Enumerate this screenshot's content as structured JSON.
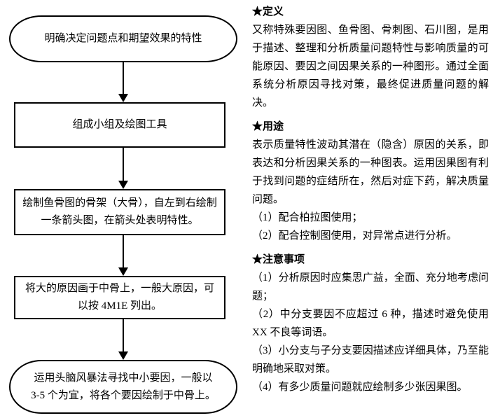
{
  "flowchart": {
    "steps": [
      {
        "shape": "terminator",
        "text": "明确决定问题点和期望效果的特性"
      },
      {
        "shape": "process",
        "text": "组成小组及绘图工具"
      },
      {
        "shape": "process",
        "text": "绘制鱼骨图的骨架（大骨），自左到右绘制一条箭头图，在箭头处表明特性。"
      },
      {
        "shape": "process",
        "text": "将大的原因画于中骨上，一般大原因，可以按 4M1E 列出。"
      },
      {
        "shape": "terminator",
        "text": "运用头脑风暴法寻找中小要因，一般以 3-5 个为宜，将各个要因绘制于中骨上。"
      }
    ]
  },
  "info_panel": {
    "sections": [
      {
        "title": "★定义",
        "paragraphs": [
          "又称特殊要因图、鱼骨图、骨刺图、石川图，是用于描述、整理和分析质量问题特性与影响质量的可能原因、要因之间因果关系的一种图形。通过全面系统分析原因寻找对策，最终促进质量问题的解决。"
        ]
      },
      {
        "title": "★用途",
        "paragraphs": [
          "表示质量特性波动其潜在（隐含）原因的关系，即表达和分析因果关系的一种图表。运用因果图有利于找到问题的症结所在，然后对症下药，解决质量问题。",
          "（1）配合柏拉图使用；",
          "（2）配合控制图使用，对异常点进行分析。"
        ]
      },
      {
        "title": "★注意事项",
        "paragraphs": [
          "（1）分析原因时应集思广益，全面、充分地考虑问题；",
          "（2）中分支要因不应超过 6 种，描述时避免使用 XX 不良等词语。",
          "（3）小分支与子分支要因描述应详细具体，乃至能明确地采取对策。",
          "（4）有多少质量问题就应绘制多少张因果图。"
        ]
      }
    ]
  },
  "colors": {
    "background": "#ffffff",
    "line": "#000000",
    "text": "#000000"
  }
}
